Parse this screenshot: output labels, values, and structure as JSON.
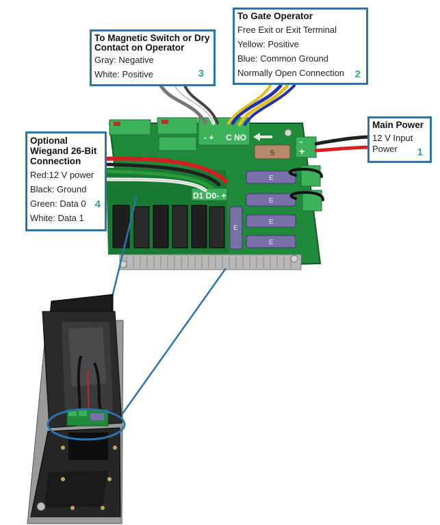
{
  "callouts": {
    "magnetic": {
      "title": "To Magnetic Switch or Dry Contact on Operator",
      "lines": [
        "Gray: Negative",
        "White: Positive"
      ],
      "number": "3"
    },
    "gate": {
      "title": "To Gate Operator",
      "lines": [
        "Free Exit or Exit Terminal",
        "Yellow: Positive",
        "Blue: Common Ground",
        "Normally Open Connection"
      ],
      "number": "2"
    },
    "power": {
      "title": "Main Power",
      "lines": [
        "12 V Input Power"
      ],
      "number": "1"
    },
    "wiegand": {
      "title": "Optional Wiegand 26-Bit Connection",
      "lines": [
        "Red:12 V power",
        "Black: Ground",
        "Green: Data 0",
        "White: Data 1"
      ],
      "number": "4"
    }
  },
  "board_labels": {
    "c_no": "C NO",
    "minus_plus": "- +",
    "d1_d0": "D1 D0- +",
    "e": "E",
    "five": "5",
    "plus": "+",
    "minus": "-"
  },
  "colors": {
    "callout_border": "#2a73ad",
    "number": "#2fa58a",
    "pcb": "#1f8a3a",
    "terminal": "#3cb35a",
    "fuse": "#7a6fa8",
    "wire_red": "#d42020",
    "wire_blue": "#2030b0",
    "wire_yellow": "#e0c020"
  }
}
